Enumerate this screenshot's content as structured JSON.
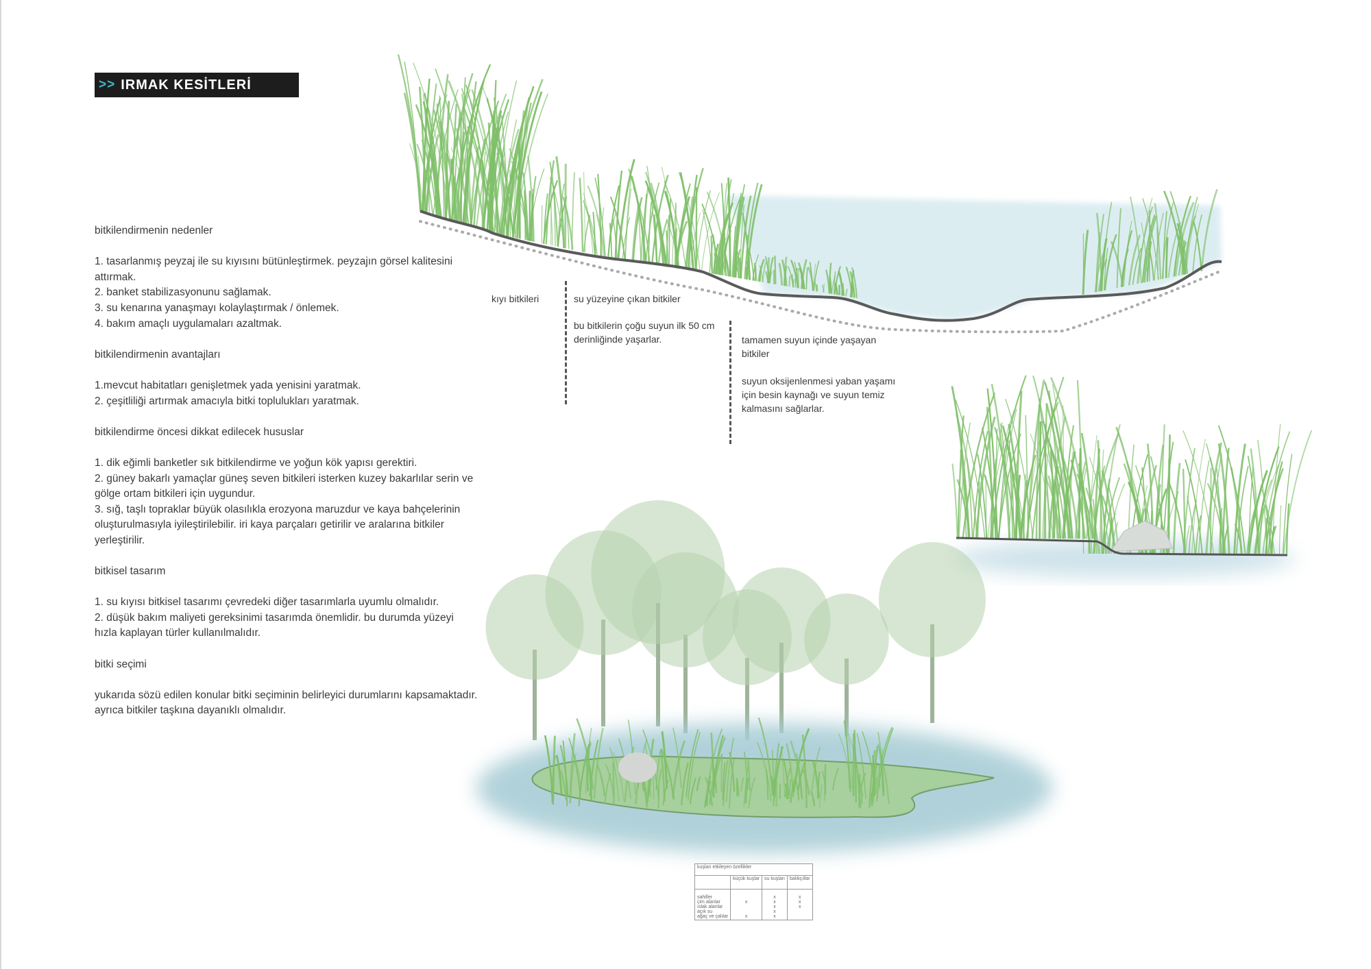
{
  "header": {
    "arrows": ">>",
    "title": "IRMAK KESİTLERİ"
  },
  "left_text": {
    "reasons_title": "bitkilendirmenin nedenler",
    "reasons": [
      "1. tasarlanmış peyzaj ile su kıyısını bütünleştirmek. peyzajın görsel kalitesini attırmak.",
      "2. banket stabilizasyonunu sağlamak.",
      "3. su kenarına yanaşmayı kolaylaştırmak / önlemek.",
      "4. bakım amaçlı uygulamaları azaltmak."
    ],
    "advantages_title": "bitkilendirmenin avantajları",
    "advantages": [
      "1.mevcut habitatları genişletmek yada yenisini yaratmak.",
      "2. çeşitliliği artırmak amacıyla bitki toplulukları yaratmak."
    ],
    "precautions_title": "bitkilendirme öncesi dikkat edilecek hususlar",
    "precautions": [
      "1. dik eğimli banketler sık bitkilendirme ve yoğun kök yapısı gerektiri.",
      "2. güney bakarlı yamaçlar güneş seven bitkileri isterken kuzey bakarlılar serin ve gölge ortam bitkileri için uygundur.",
      "3. sığ, taşlı topraklar büyük olasılıkla erozyona maruzdur ve kaya bahçelerinin oluşturulmasıyla iyileştirilebilir. iri kaya parçaları getirilir ve aralarına bitkiler yerleştirilir."
    ],
    "design_title": "bitkisel tasarım",
    "design": [
      "1. su kıyısı bitkisel tasarımı çevredeki diğer tasarımlarla uyumlu olmalıdır.",
      "2. düşük bakım maliyeti gereksinimi tasarımda önemlidir. bu durumda yüzeyi hızla kaplayan türler kullanılmalıdır."
    ],
    "selection_title": "bitki seçimi",
    "selection": " yukarıda sözü edilen konular bitki seçiminin belirleyici durumlarını kapsamaktadır. ayrıca bitkiler taşkına dayanıklı olmalıdır."
  },
  "section_labels": {
    "shore": "kıyı bitkileri",
    "emergent_title": "su yüzeyine çıkan bitkiler",
    "emergent_desc": "bu bitkilerin çoğu suyun ilk 50 cm derinliğinde yaşarlar.",
    "submerged_title": "tamamen suyun içinde yaşayan bitkiler",
    "submerged_desc": "suyun oksijenlenmesi yaban yaşamı için besin kaynağı ve suyun temiz kalmasını sağlarlar."
  },
  "bird_table": {
    "title": "kuşları etkileyen özellikler",
    "columns": [
      "küçük kuşlar",
      "su kuşları",
      "balıkçıllar"
    ],
    "rows": [
      {
        "label": "sahiller",
        "cells": [
          "",
          "x",
          "x"
        ]
      },
      {
        "label": "çim alanlar",
        "cells": [
          "x",
          "x",
          "x"
        ]
      },
      {
        "label": "ıslak alanlar",
        "cells": [
          "",
          "x",
          "x"
        ]
      },
      {
        "label": "açık su",
        "cells": [
          "",
          "x",
          ""
        ]
      },
      {
        "label": "ağaç ve çalılar",
        "cells": [
          "x",
          "x",
          ""
        ]
      }
    ]
  },
  "colors": {
    "accent": "#3fb6c9",
    "grass": "#7fbf6a",
    "water": "#cfe6ea",
    "ground": "#555555"
  }
}
